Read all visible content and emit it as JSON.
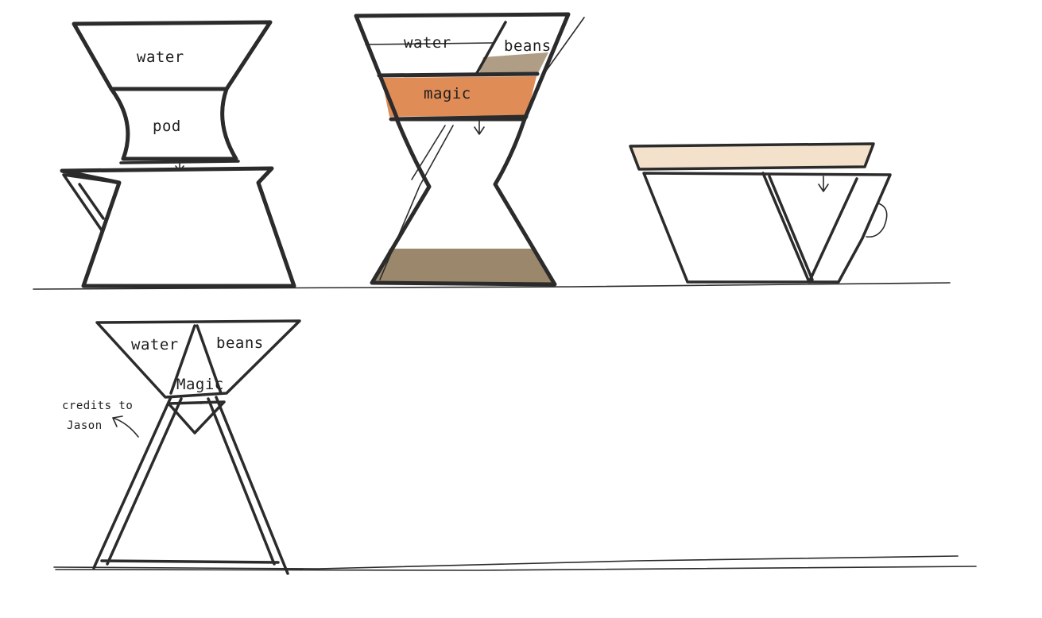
{
  "labels": {
    "sketch1_water": "water",
    "sketch1_pod": "pod",
    "sketch2_water": "water",
    "sketch2_beans": "beans",
    "sketch2_magic": "magic",
    "sketch4_water": "water",
    "sketch4_beans": "beans",
    "sketch4_magic": "Magic",
    "credit_line1": "credits to",
    "credit_line2": "Jason"
  },
  "colors": {
    "ink": "#2b2b2b",
    "copper": "#d9783a",
    "brew": "#8f7a5c",
    "beans_fill": "#9c8468",
    "cream": "#f3e1cc"
  }
}
